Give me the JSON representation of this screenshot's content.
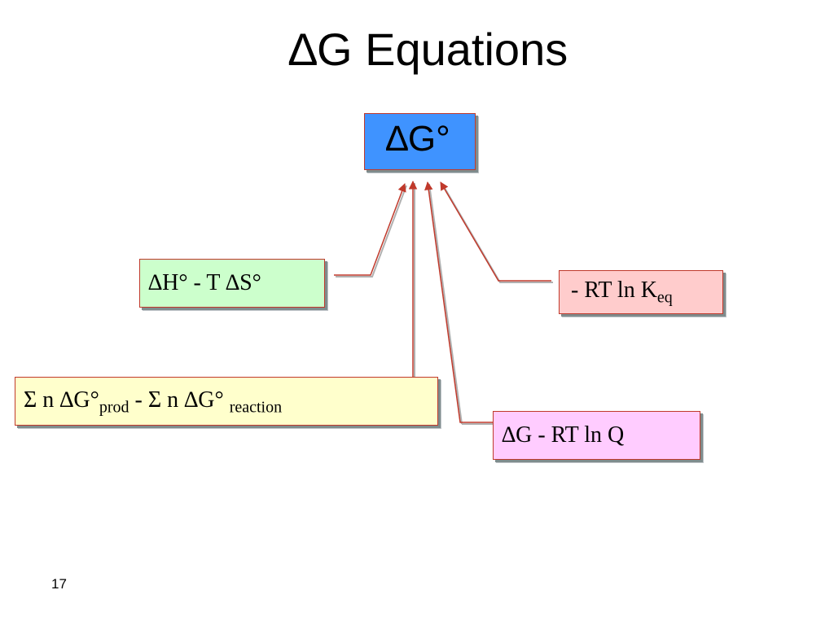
{
  "slide": {
    "title": "∆G Equations",
    "page_number": "17"
  },
  "nodes": {
    "center": {
      "label": "∆G°",
      "fill": "#3f93ff"
    },
    "enthalpy_entropy": {
      "label": "∆H° - T ∆S°",
      "fill": "#ccffcc"
    },
    "equilibrium": {
      "prefix": "- RT ln K",
      "subscript": "eq",
      "fill": "#ffcccc"
    },
    "formation_sum": {
      "part1": "Σ n ∆G°",
      "sub1": "prod",
      "part2": " - Σ n ∆G° ",
      "sub2": "reaction",
      "fill": "#ffffcc"
    },
    "reaction_quotient": {
      "label": "∆G - RT ln Q",
      "fill": "#ffccff"
    }
  },
  "edges": [
    {
      "from": "enthalpy_entropy",
      "to": "center"
    },
    {
      "from": "formation_sum",
      "to": "center"
    },
    {
      "from": "reaction_quotient",
      "to": "center"
    },
    {
      "from": "equilibrium",
      "to": "center"
    }
  ],
  "colors": {
    "arrow": "#c0392b",
    "border": "#c0392b",
    "shadow": "#7f8c8d"
  }
}
